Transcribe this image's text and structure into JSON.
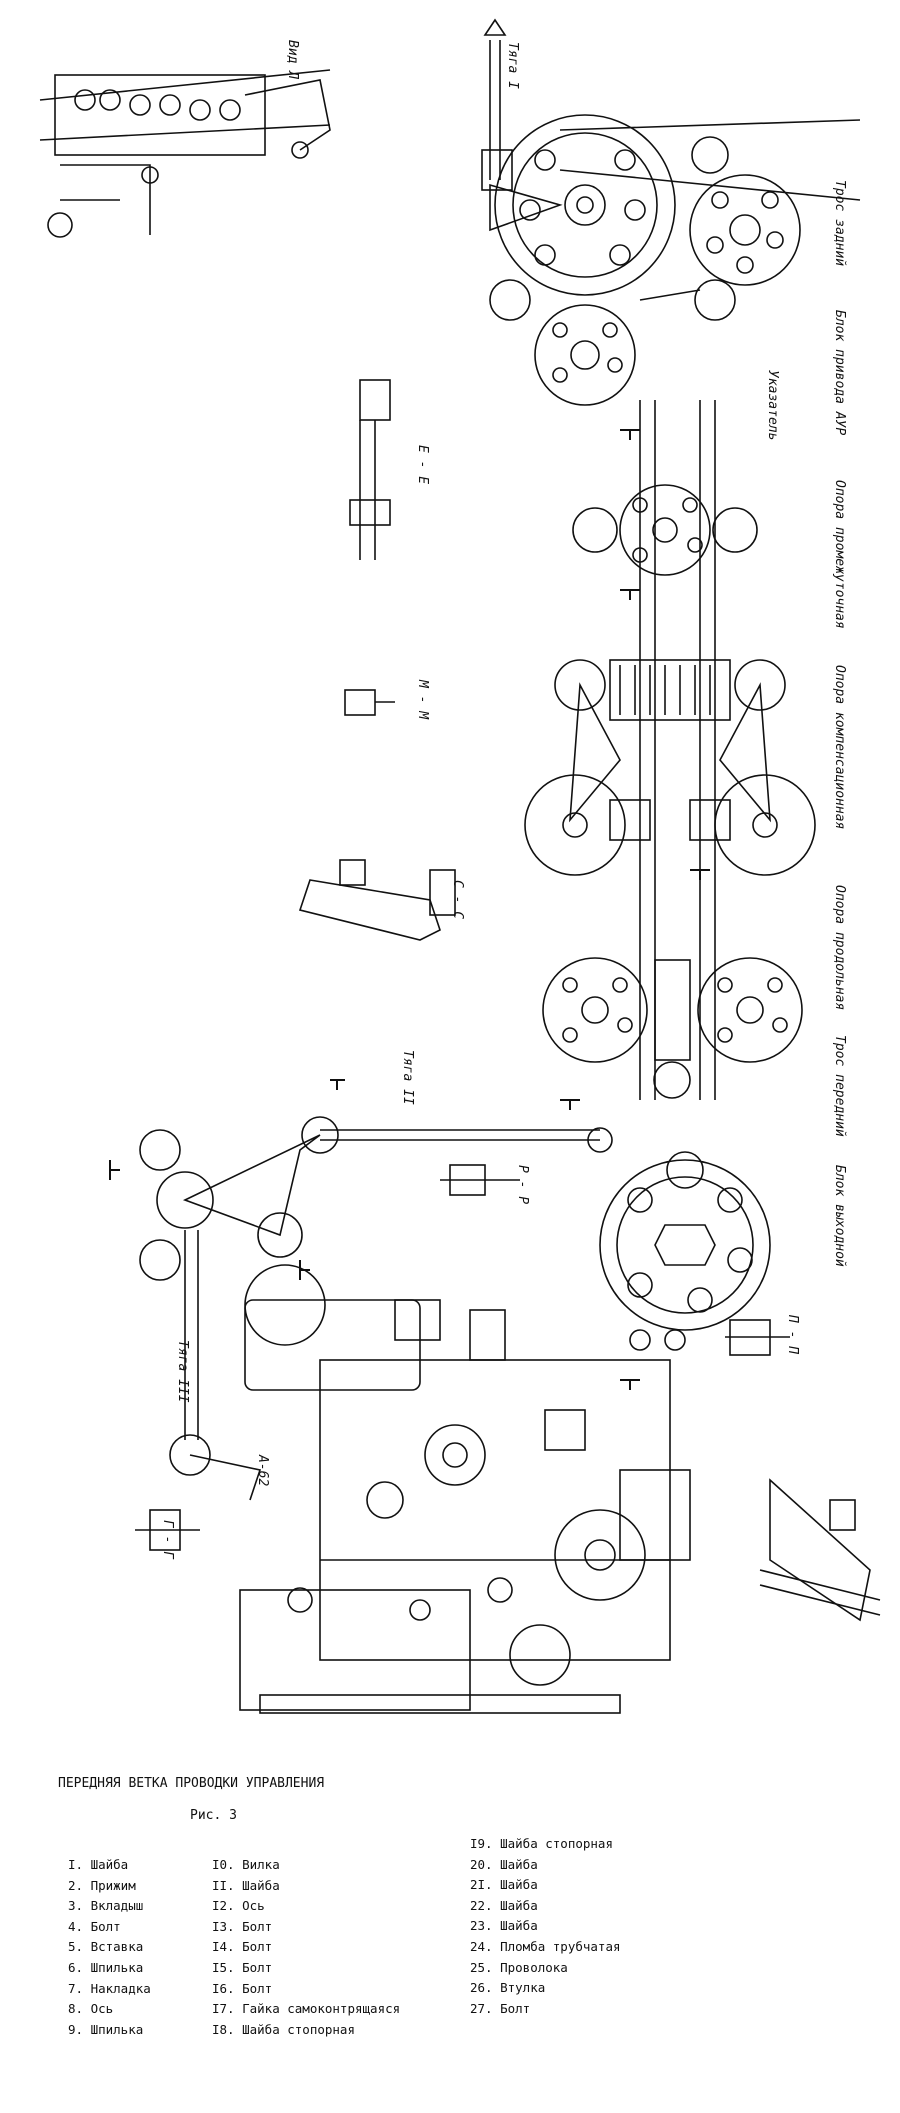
{
  "labels": {
    "vid_a": "Вид Л",
    "tyaga_1": "Тяга I",
    "tros_zadniy": "Трос задний",
    "blok_aur": "Блок привода АУР",
    "ukazatel": "Указатель",
    "opora_promezh": "Опора промежуточная",
    "opora_komp": "Опора компенсационная",
    "opora_prodol": "Опора продольная",
    "tros_peredniy": "Трос передний",
    "blok_vyhod": "Блок выходной",
    "tyaga_2": "Тяга II",
    "tyaga_3": "Тяга III",
    "a62": "А-62",
    "sec_ee": "Е - Е",
    "sec_mm": "М - М",
    "sec_cc": "С - С",
    "sec_rr": "Р - Р",
    "sec_pp": "П - П",
    "sec_gg": "Г - Г"
  },
  "caption": "ПЕРЕДНЯЯ ВЕТКА ПРОВОДКИ УПРАВЛЕНИЯ",
  "figure": "Рис. 3",
  "legend": {
    "col1": [
      "I. Шайба",
      "2. Прижим",
      "3. Вкладыш",
      "4. Болт",
      "5. Вставка",
      "6. Шпилька",
      "7. Накладка",
      "8. Ось",
      "9. Шпилька"
    ],
    "col2": [
      "I0. Вилка",
      "II. Шайба",
      "I2. Ось",
      "I3. Болт",
      "I4. Болт",
      "I5. Болт",
      "I6. Болт",
      "I7. Гайка самоконтрящаяся",
      "I8. Шайба стопорная"
    ],
    "col3": [
      "I9. Шайба стопорная",
      "20. Шайба",
      "2I. Шайба",
      "22. Шайба",
      "23. Шайба",
      "24. Пломба трубчатая",
      "25. Проволока",
      "26. Втулка",
      "27. Болт"
    ]
  },
  "colors": {
    "ink": "#111111",
    "paper": "#ffffff"
  }
}
